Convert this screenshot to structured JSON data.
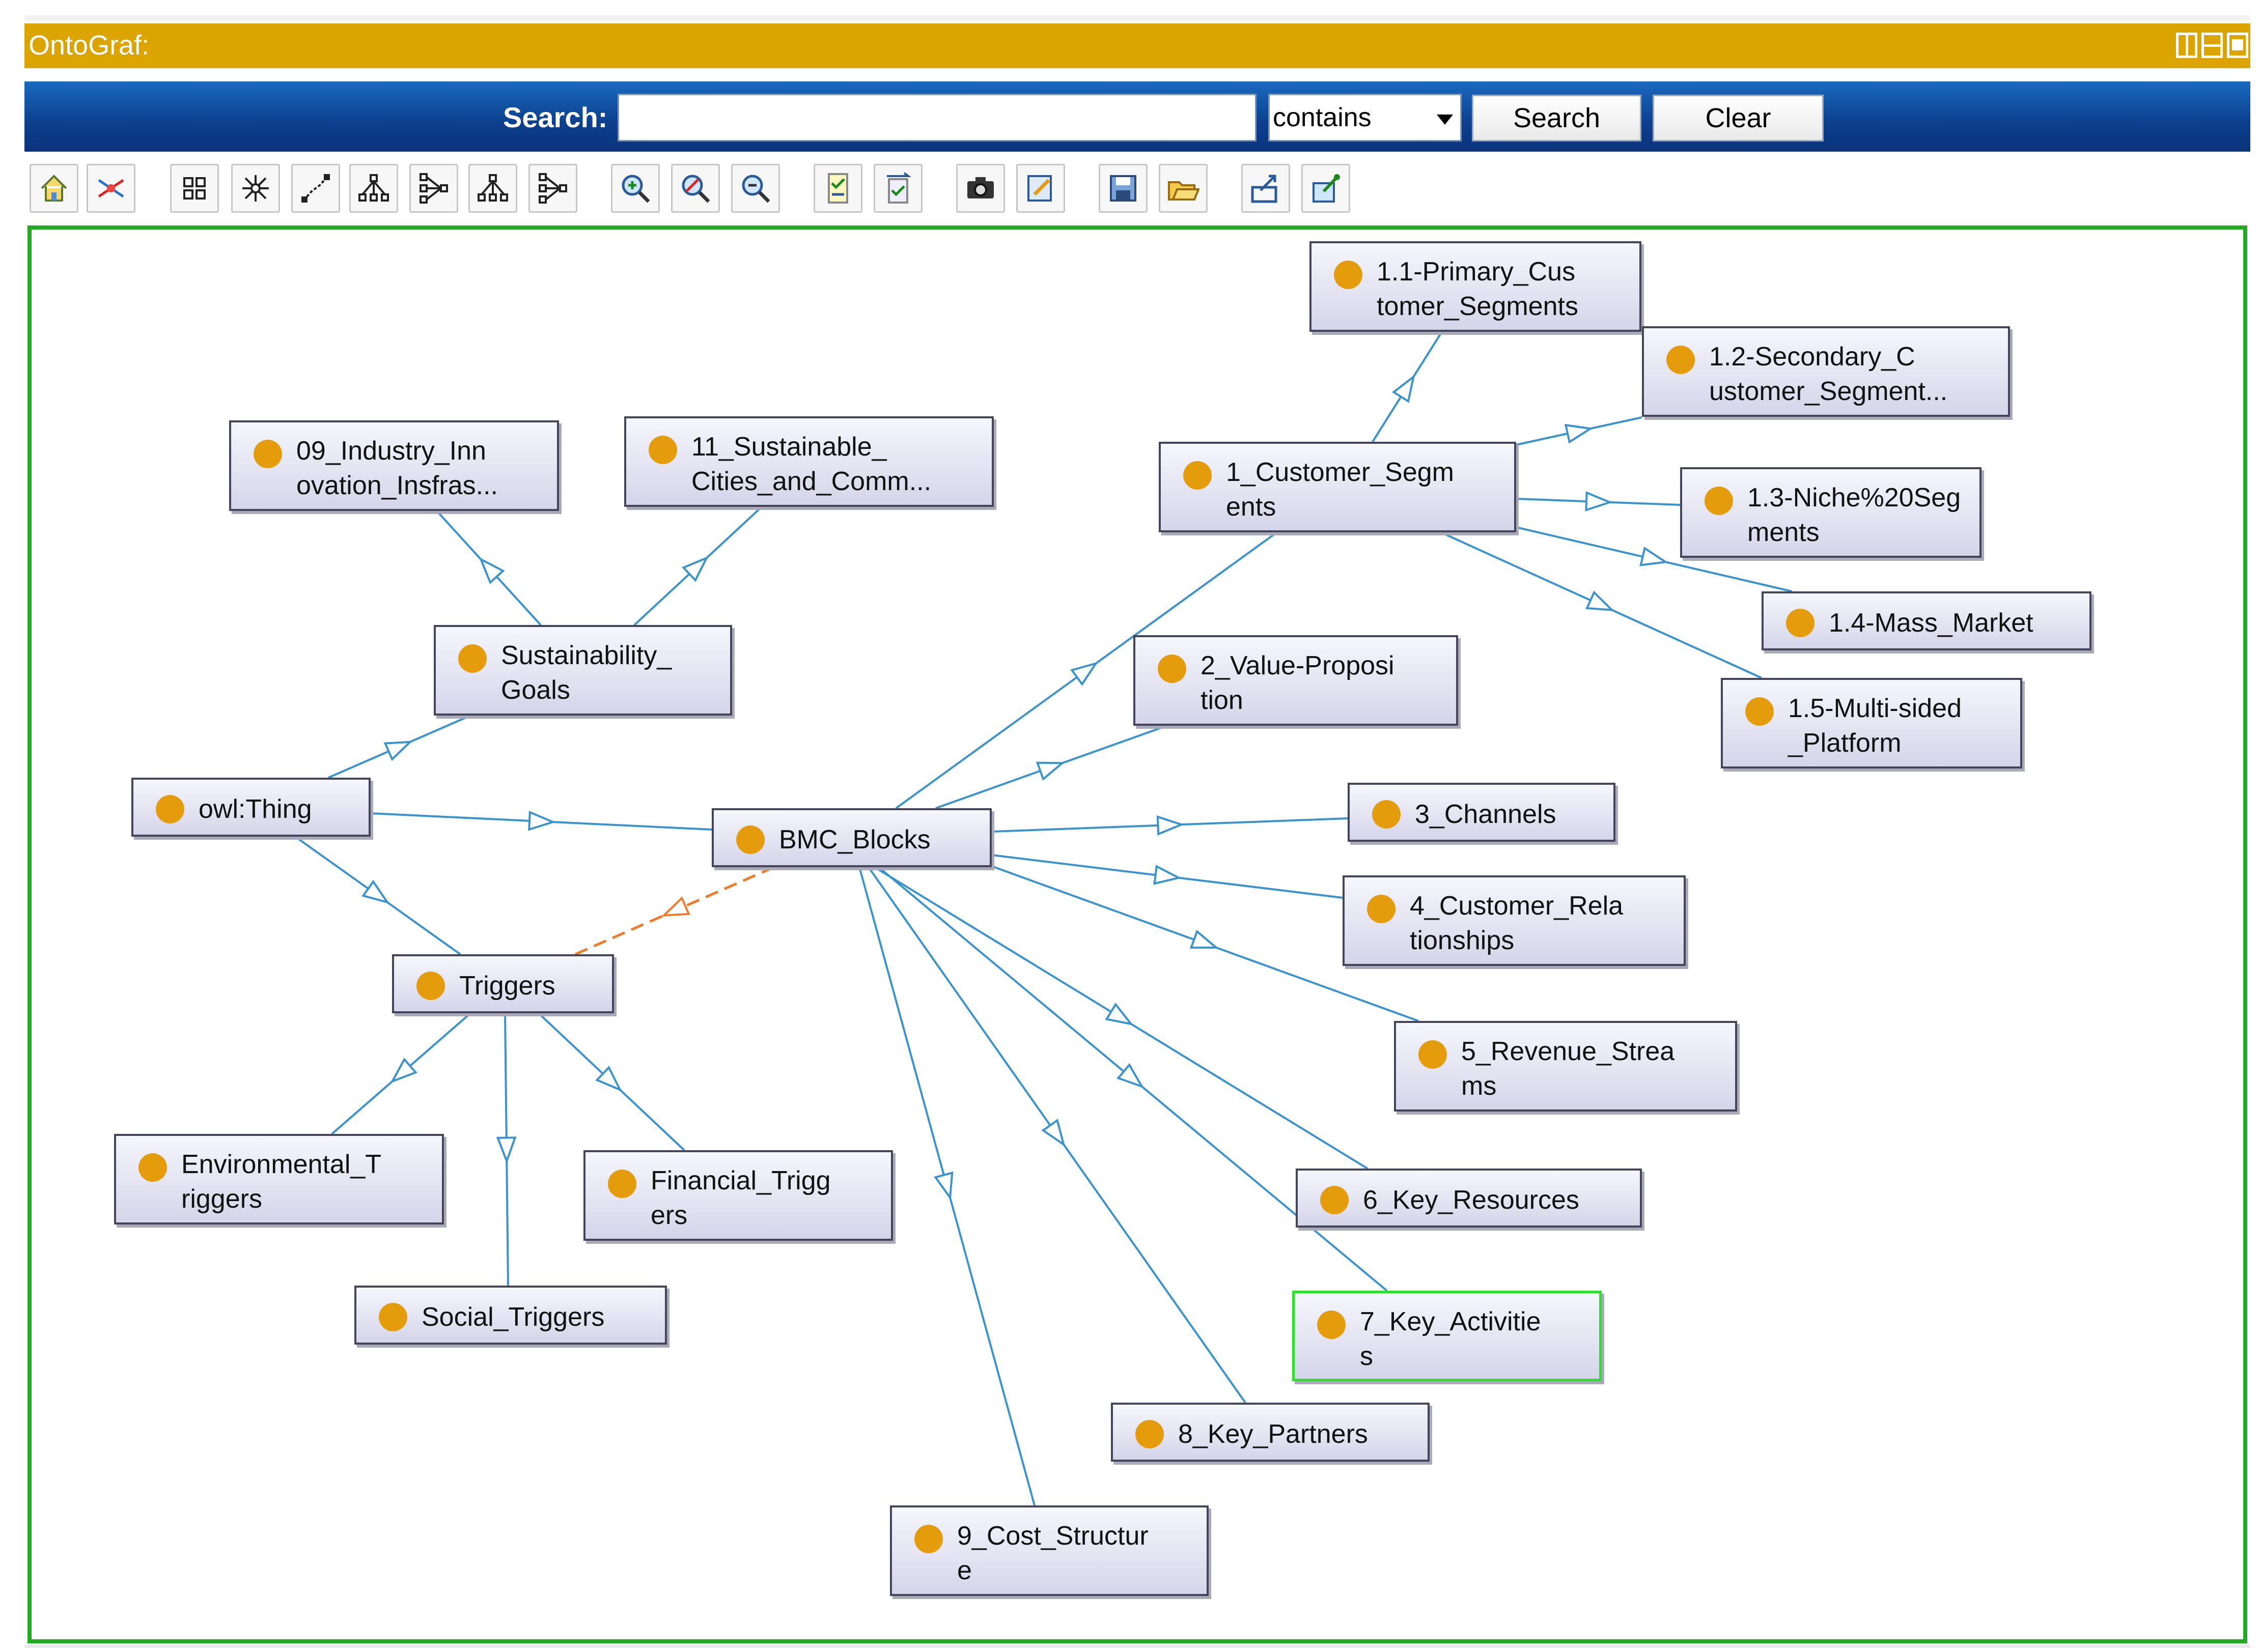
{
  "window": {
    "title": "OntoGraf:"
  },
  "search": {
    "label": "Search:",
    "value": "",
    "mode": "contains",
    "search_btn": "Search",
    "clear_btn": "Clear"
  },
  "toolbar": {
    "icons": [
      "home-icon",
      "filter-icon",
      "grid-layout-icon",
      "spring-layout-icon",
      "radial-layout-icon",
      "tree-vertical-icon",
      "tree-horizontal-icon",
      "tree-vertical-alt-icon",
      "tree-horizontal-alt-icon",
      "zoom-in-icon",
      "zoom-reset-icon",
      "zoom-out-icon",
      "node-types-icon",
      "arc-types-icon",
      "snapshot-icon",
      "export-icon",
      "save-icon",
      "open-icon",
      "share-icon",
      "pin-icon"
    ]
  },
  "colors": {
    "title_bar": "#dba400",
    "search_bar": "#0c3f8d",
    "node_dot": "#e49c0d",
    "edge": "#3a93cc",
    "dashed_edge": "#ef7a2a",
    "selected_border": "#2ee02e",
    "canvas_border": "#22aa22"
  },
  "graph": {
    "nodes": {
      "n_primary": "1.1-Primary_Cus\ntomer_Segments",
      "n_secondary": "1.2-Secondary_C\nustomer_Segment...",
      "n_industry": "09_Industry_Inn\novation_Insfras...",
      "n_cities": "11_Sustainable_\nCities_and_Comm...",
      "n_custseg": "1_Customer_Segm\nents",
      "n_niche": "1.3-Niche%20Seg\nments",
      "n_mass": "1.4-Mass_Market",
      "n_sustgoals": "Sustainability_\nGoals",
      "n_value": "2_Value-Proposi\ntion",
      "n_multi": "1.5-Multi-sided\n_Platform",
      "n_owl": "owl:Thing",
      "n_bmc": "BMC_Blocks",
      "n_channels": "3_Channels",
      "n_custrel": "4_Customer_Rela\ntionships",
      "n_triggers": "Triggers",
      "n_revenue": "5_Revenue_Strea\nms",
      "n_env": "Environmental_T\nriggers",
      "n_fin": "Financial_Trigg\ners",
      "n_resources": "6_Key_Resources",
      "n_social": "Social_Triggers",
      "n_activities": "7_Key_Activitie\ns",
      "n_partners": "8_Key_Partners",
      "n_cost": "9_Cost_Structur\ne"
    },
    "edges": [
      [
        "n_owl",
        "n_sustgoals"
      ],
      [
        "n_owl",
        "n_bmc"
      ],
      [
        "n_owl",
        "n_triggers"
      ],
      [
        "n_sustgoals",
        "n_industry"
      ],
      [
        "n_sustgoals",
        "n_cities"
      ],
      [
        "n_bmc",
        "n_custseg"
      ],
      [
        "n_bmc",
        "n_value"
      ],
      [
        "n_bmc",
        "n_channels"
      ],
      [
        "n_bmc",
        "n_custrel"
      ],
      [
        "n_bmc",
        "n_revenue"
      ],
      [
        "n_bmc",
        "n_resources"
      ],
      [
        "n_bmc",
        "n_activities"
      ],
      [
        "n_bmc",
        "n_partners"
      ],
      [
        "n_bmc",
        "n_cost"
      ],
      [
        "n_custseg",
        "n_primary"
      ],
      [
        "n_custseg",
        "n_secondary"
      ],
      [
        "n_custseg",
        "n_niche"
      ],
      [
        "n_custseg",
        "n_mass"
      ],
      [
        "n_custseg",
        "n_multi"
      ],
      [
        "n_triggers",
        "n_env"
      ],
      [
        "n_triggers",
        "n_social"
      ],
      [
        "n_triggers",
        "n_fin"
      ]
    ],
    "dashed_edges": [
      [
        "n_bmc",
        "n_triggers"
      ]
    ],
    "selected": "n_activities"
  }
}
